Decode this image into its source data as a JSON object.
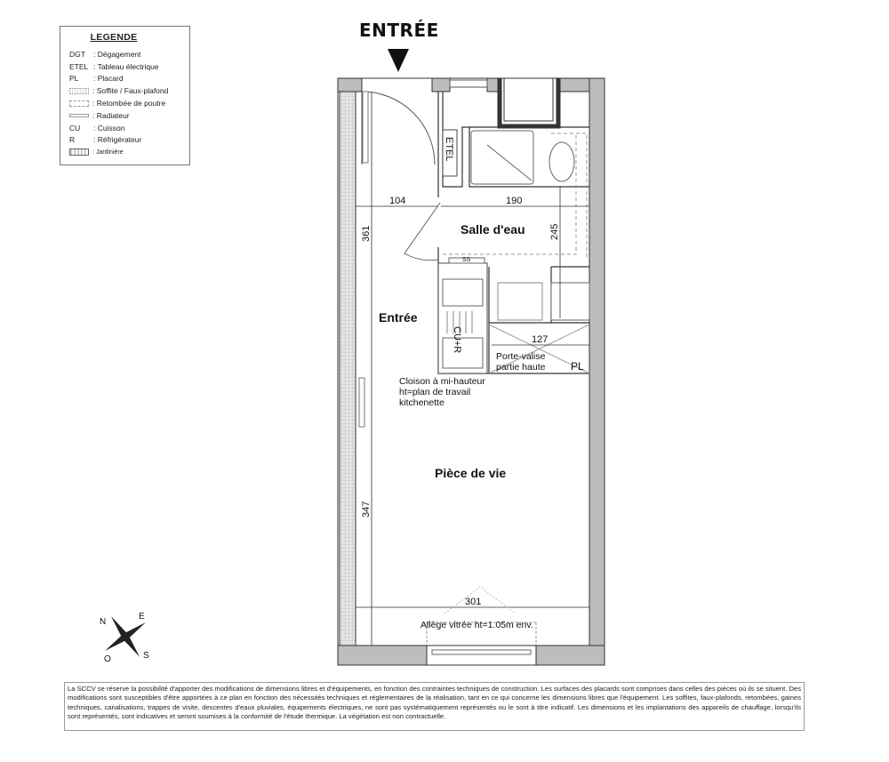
{
  "legend": {
    "title": "LEGENDE",
    "items": [
      {
        "code": "DGT",
        "label": ": Dégagement"
      },
      {
        "code": "ETEL",
        "label": ": Tableau électrique"
      },
      {
        "code": "PL",
        "label": ": Placard"
      },
      {
        "code": "",
        "label": ": Soffite / Faux-plafond",
        "symbol": "soffite"
      },
      {
        "code": "",
        "label": ": Retombée de poutre",
        "symbol": "retombee"
      },
      {
        "code": "",
        "label": ": Radiateur",
        "symbol": "radiateur"
      },
      {
        "code": "CU",
        "label": ": Cuisson"
      },
      {
        "code": "R",
        "label": ": Réfrigérateur"
      },
      {
        "code": "",
        "label": ": Jardinière",
        "symbol": "jardiniere"
      }
    ]
  },
  "entrance_label": "ENTRÉE",
  "plan": {
    "rooms": {
      "bathroom": "Salle d'eau",
      "entry": "Entrée",
      "living": "Pièce de vie"
    },
    "labels": {
      "etel": "ETEL",
      "cu_r": "CU+R",
      "ss": "SS",
      "pl": "PL",
      "porte_valise_1": "Porte-valise",
      "porte_valise_2": "partie haute",
      "cloison_1": "Cloison à mi-hauteur",
      "cloison_2": "ht=plan de travail",
      "cloison_3": "kitchenette",
      "allege": "Allège vitrée ht=1.05m env."
    },
    "dimensions": {
      "d104": "104",
      "d190": "190",
      "d245": "245",
      "d361": "361",
      "d127": "127",
      "d347": "347",
      "d301": "301"
    }
  },
  "compass": {
    "n": "N",
    "e": "E",
    "s": "S",
    "o": "O"
  },
  "disclaimer": "La SCCV se réserve la possibilité d'apporter des modifications de dimensions libres et d'équipements, en fonction des contraintes techniques de construction. Les surfaces des placards sont comprises dans celles des pièces où ils se situent. Des modifications sont susceptibles d'être apportées à ce plan en fonction des nécessités techniques et réglementaires de la réalisation, tant en ce qui concerne les dimensions libres que l'équipement. Les soffites, faux-plafonds, retombées, gaines techniques, canalisations, trappes de visite, descentes d'eaux pluviales, équipements électriques, ne sont pas systématiquement représentés ou le sont à titre indicatif. Les dimensions et les implantations des appareils de chauffage, lorsqu'ils sont représentés, sont indicatives et seront soumises à la conformité de l'étude thermique. La végétation est non contractuelle."
}
